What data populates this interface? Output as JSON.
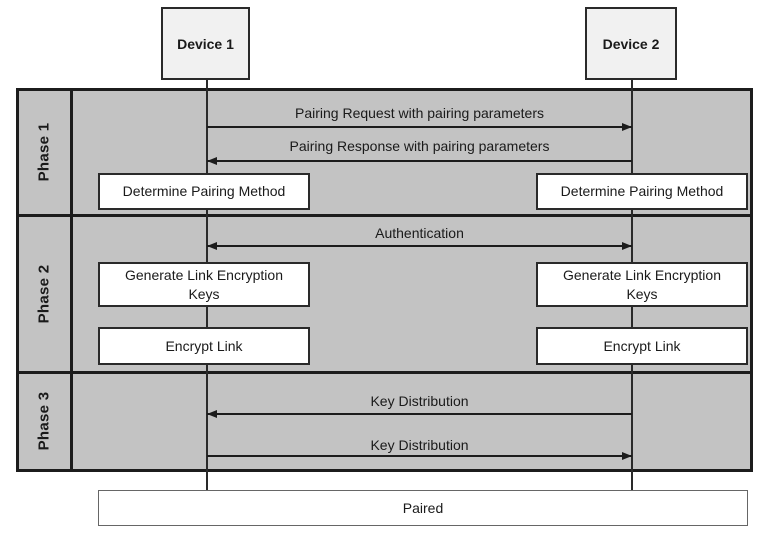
{
  "diagram": {
    "devices": [
      {
        "label": "Device 1"
      },
      {
        "label": "Device 2"
      }
    ],
    "phases": [
      {
        "label": "Phase 1"
      },
      {
        "label": "Phase 2"
      },
      {
        "label": "Phase 3"
      }
    ],
    "messages": [
      {
        "label": "Pairing Request with pairing parameters",
        "direction": "right"
      },
      {
        "label": "Pairing Response with pairing parameters",
        "direction": "left"
      },
      {
        "label": "Authentication",
        "direction": "both"
      },
      {
        "label": "Key Distribution",
        "direction": "left"
      },
      {
        "label": "Key Distribution",
        "direction": "right"
      }
    ],
    "process_boxes": {
      "determine_pairing": "Determine Pairing Method",
      "generate_keys": "Generate Link Encryption Keys",
      "encrypt_link": "Encrypt Link"
    },
    "paired_label": "Paired",
    "colors": {
      "band_fill": "#c3c3c3",
      "device_fill": "#f1f1f1",
      "process_fill": "#ffffff",
      "line": "#1c1c1c",
      "paired_border": "#666666"
    }
  }
}
